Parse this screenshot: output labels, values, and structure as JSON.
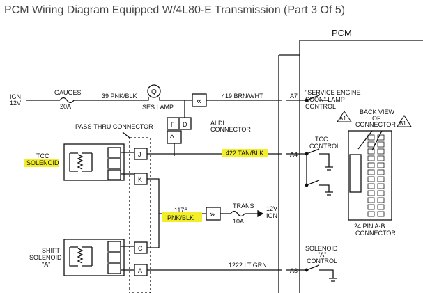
{
  "page": {
    "title": "PCM Wiring Diagram Equipped W/4L80-E Transmission (Part 3 Of 5)"
  },
  "colors": {
    "highlight": "#f2ef2a",
    "ink": "#111111",
    "title": "#444444"
  },
  "diagram": {
    "pcm_label": "PCM",
    "ign": {
      "line1": "IGN",
      "line2": "12V"
    },
    "gauges_fuse": {
      "name": "GAUGES",
      "rating": "20A"
    },
    "ses_wire": "39 PNK/BLK",
    "ses_lamp": "SES LAMP",
    "ses_circuit": "419 BRN/WHT",
    "pins": {
      "a7": "A7",
      "a4": "A4",
      "a3": "A3"
    },
    "ses_control": {
      "line1": "\"SERVICE ENGINE",
      "line2": "SOON\" LAMP",
      "line3": "CONTROL"
    },
    "aldl": {
      "pin_f": "F",
      "pin_d": "D",
      "line1": "ALDL",
      "line2": "CONNECTOR"
    },
    "pass_thru": "PASS-THRU CONNECTOR",
    "pass_pins": {
      "j": "J",
      "k": "K",
      "c": "C",
      "a": "A"
    },
    "tcc_solenoid": {
      "line1": "TCC",
      "line2": "SOLENOID"
    },
    "tcc_wire": "422 TAN/BLK",
    "tcc_control": {
      "line1": "TCC",
      "line2": "CONTROL"
    },
    "back_view": {
      "line1": "BACK VIEW",
      "line2": "OF",
      "line3": "CONNECTOR",
      "tag_a1": "A1",
      "tag_b1": "B1"
    },
    "pin24": {
      "line1": "24 PIN A-B",
      "line2": "CONNECTOR"
    },
    "trans_fuse": {
      "name": "TRANS",
      "rating": "10A"
    },
    "wire_1176": {
      "line1": "1176",
      "line2": "PNK/BLK"
    },
    "ign_right": {
      "line1": "12V",
      "line2": "IGN"
    },
    "shift_solenoid": {
      "line1": "SHIFT",
      "line2": "SOLENOID",
      "line3": "\"A\""
    },
    "shift_wire": "1222 LT GRN",
    "sol_a_control": {
      "line1": "SOLENOID",
      "line2": "\"A\"",
      "line3": "CONTROL"
    }
  }
}
